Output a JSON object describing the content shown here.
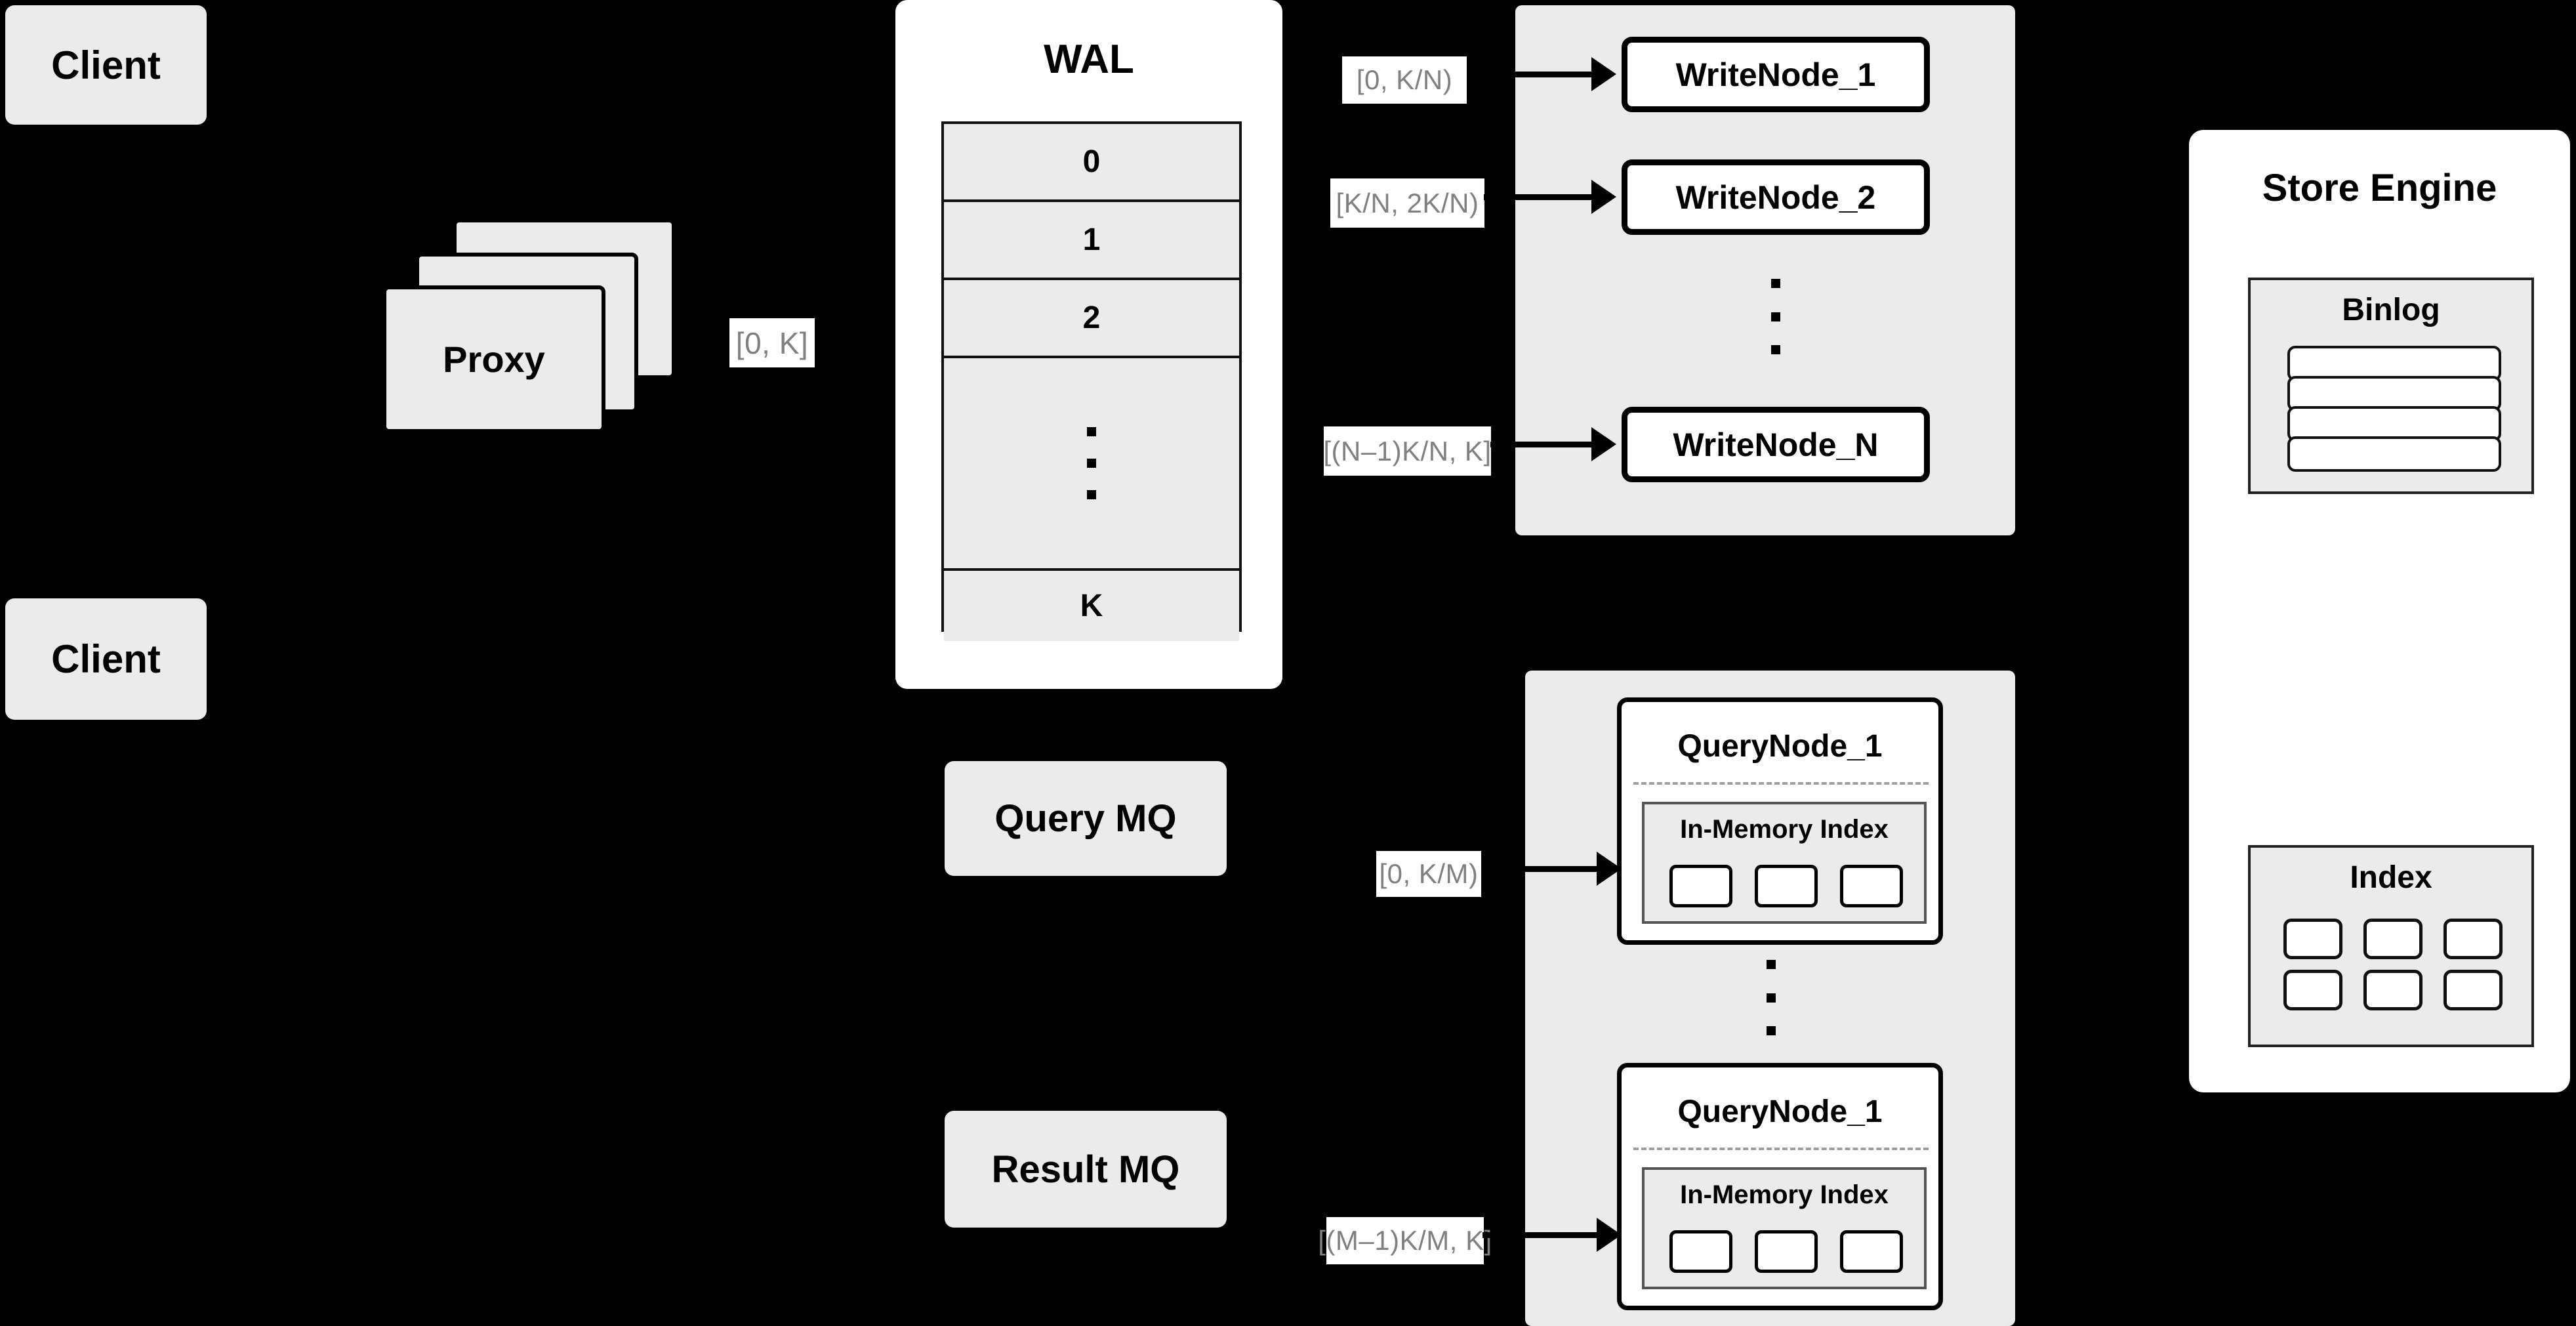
{
  "diagram": {
    "title": "Distributed write/query architecture",
    "background_color": "#000000",
    "box_fill": "#ebebeb",
    "panel_fill": "#ffffff",
    "label_text_color": "#808080"
  },
  "clients": [
    {
      "label": "Client"
    },
    {
      "label": "Client"
    }
  ],
  "proxy": {
    "label": "Proxy",
    "stack_count": 3
  },
  "proxy_range_label": {
    "text": "[0, K]"
  },
  "wal": {
    "title": "WAL",
    "rows": [
      "0",
      "1",
      "2",
      "•\n•\n•",
      "K"
    ],
    "row_labels": [
      "0",
      "1",
      "2",
      "K"
    ],
    "ellipsis_dots": 3
  },
  "write_cluster": {
    "nodes": [
      {
        "label": "WriteNode_1",
        "range": "[0,  K/N)"
      },
      {
        "label": "WriteNode_2",
        "range": "[K/N, 2K/N)"
      },
      {
        "label": "WriteNode_N",
        "range": "[(N–1)K/N,  K]"
      }
    ],
    "ellipsis_dots": 3
  },
  "query_cluster": {
    "nodes": [
      {
        "label": "QueryNode_1",
        "range": "[0, K/M)",
        "index": {
          "title": "In-Memory Index",
          "cells": 3
        }
      },
      {
        "label": "QueryNode_1",
        "range": "[(M–1)K/M, K]",
        "index": {
          "title": "In-Memory Index",
          "cells": 3
        }
      }
    ],
    "ellipsis_dots": 3
  },
  "message_queues": [
    {
      "label": "Query MQ"
    },
    {
      "label": "Result MQ"
    }
  ],
  "store_engine": {
    "title": "Store Engine",
    "binlog": {
      "title": "Binlog",
      "rows": 4
    },
    "index": {
      "title": "Index",
      "cells": 6,
      "columns": 3,
      "rows": 2
    }
  }
}
